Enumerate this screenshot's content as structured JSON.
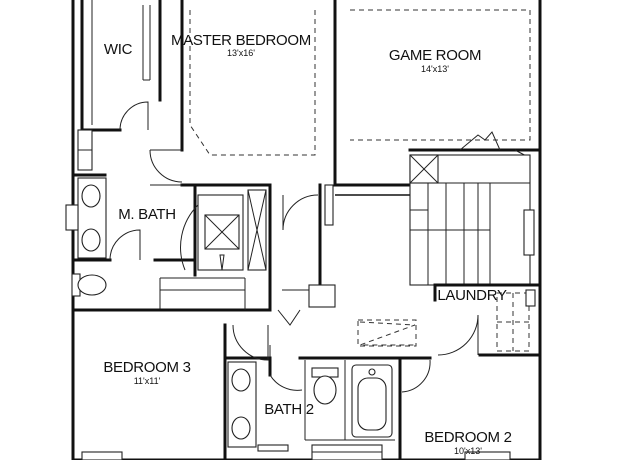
{
  "rooms": {
    "wic": {
      "name": "WIC"
    },
    "master_bedroom": {
      "name": "MASTER BEDROOM",
      "dim": "13'x16'"
    },
    "game_room": {
      "name": "GAME ROOM",
      "dim": "14'x13'"
    },
    "m_bath": {
      "name": "M. BATH"
    },
    "laundry": {
      "name": "LAUNDRY"
    },
    "bedroom_3": {
      "name": "BEDROOM 3",
      "dim": "11'x11'"
    },
    "bath_2": {
      "name": "BATH 2"
    },
    "bedroom_2": {
      "name": "BEDROOM 2",
      "dim": "10'x13'"
    }
  }
}
